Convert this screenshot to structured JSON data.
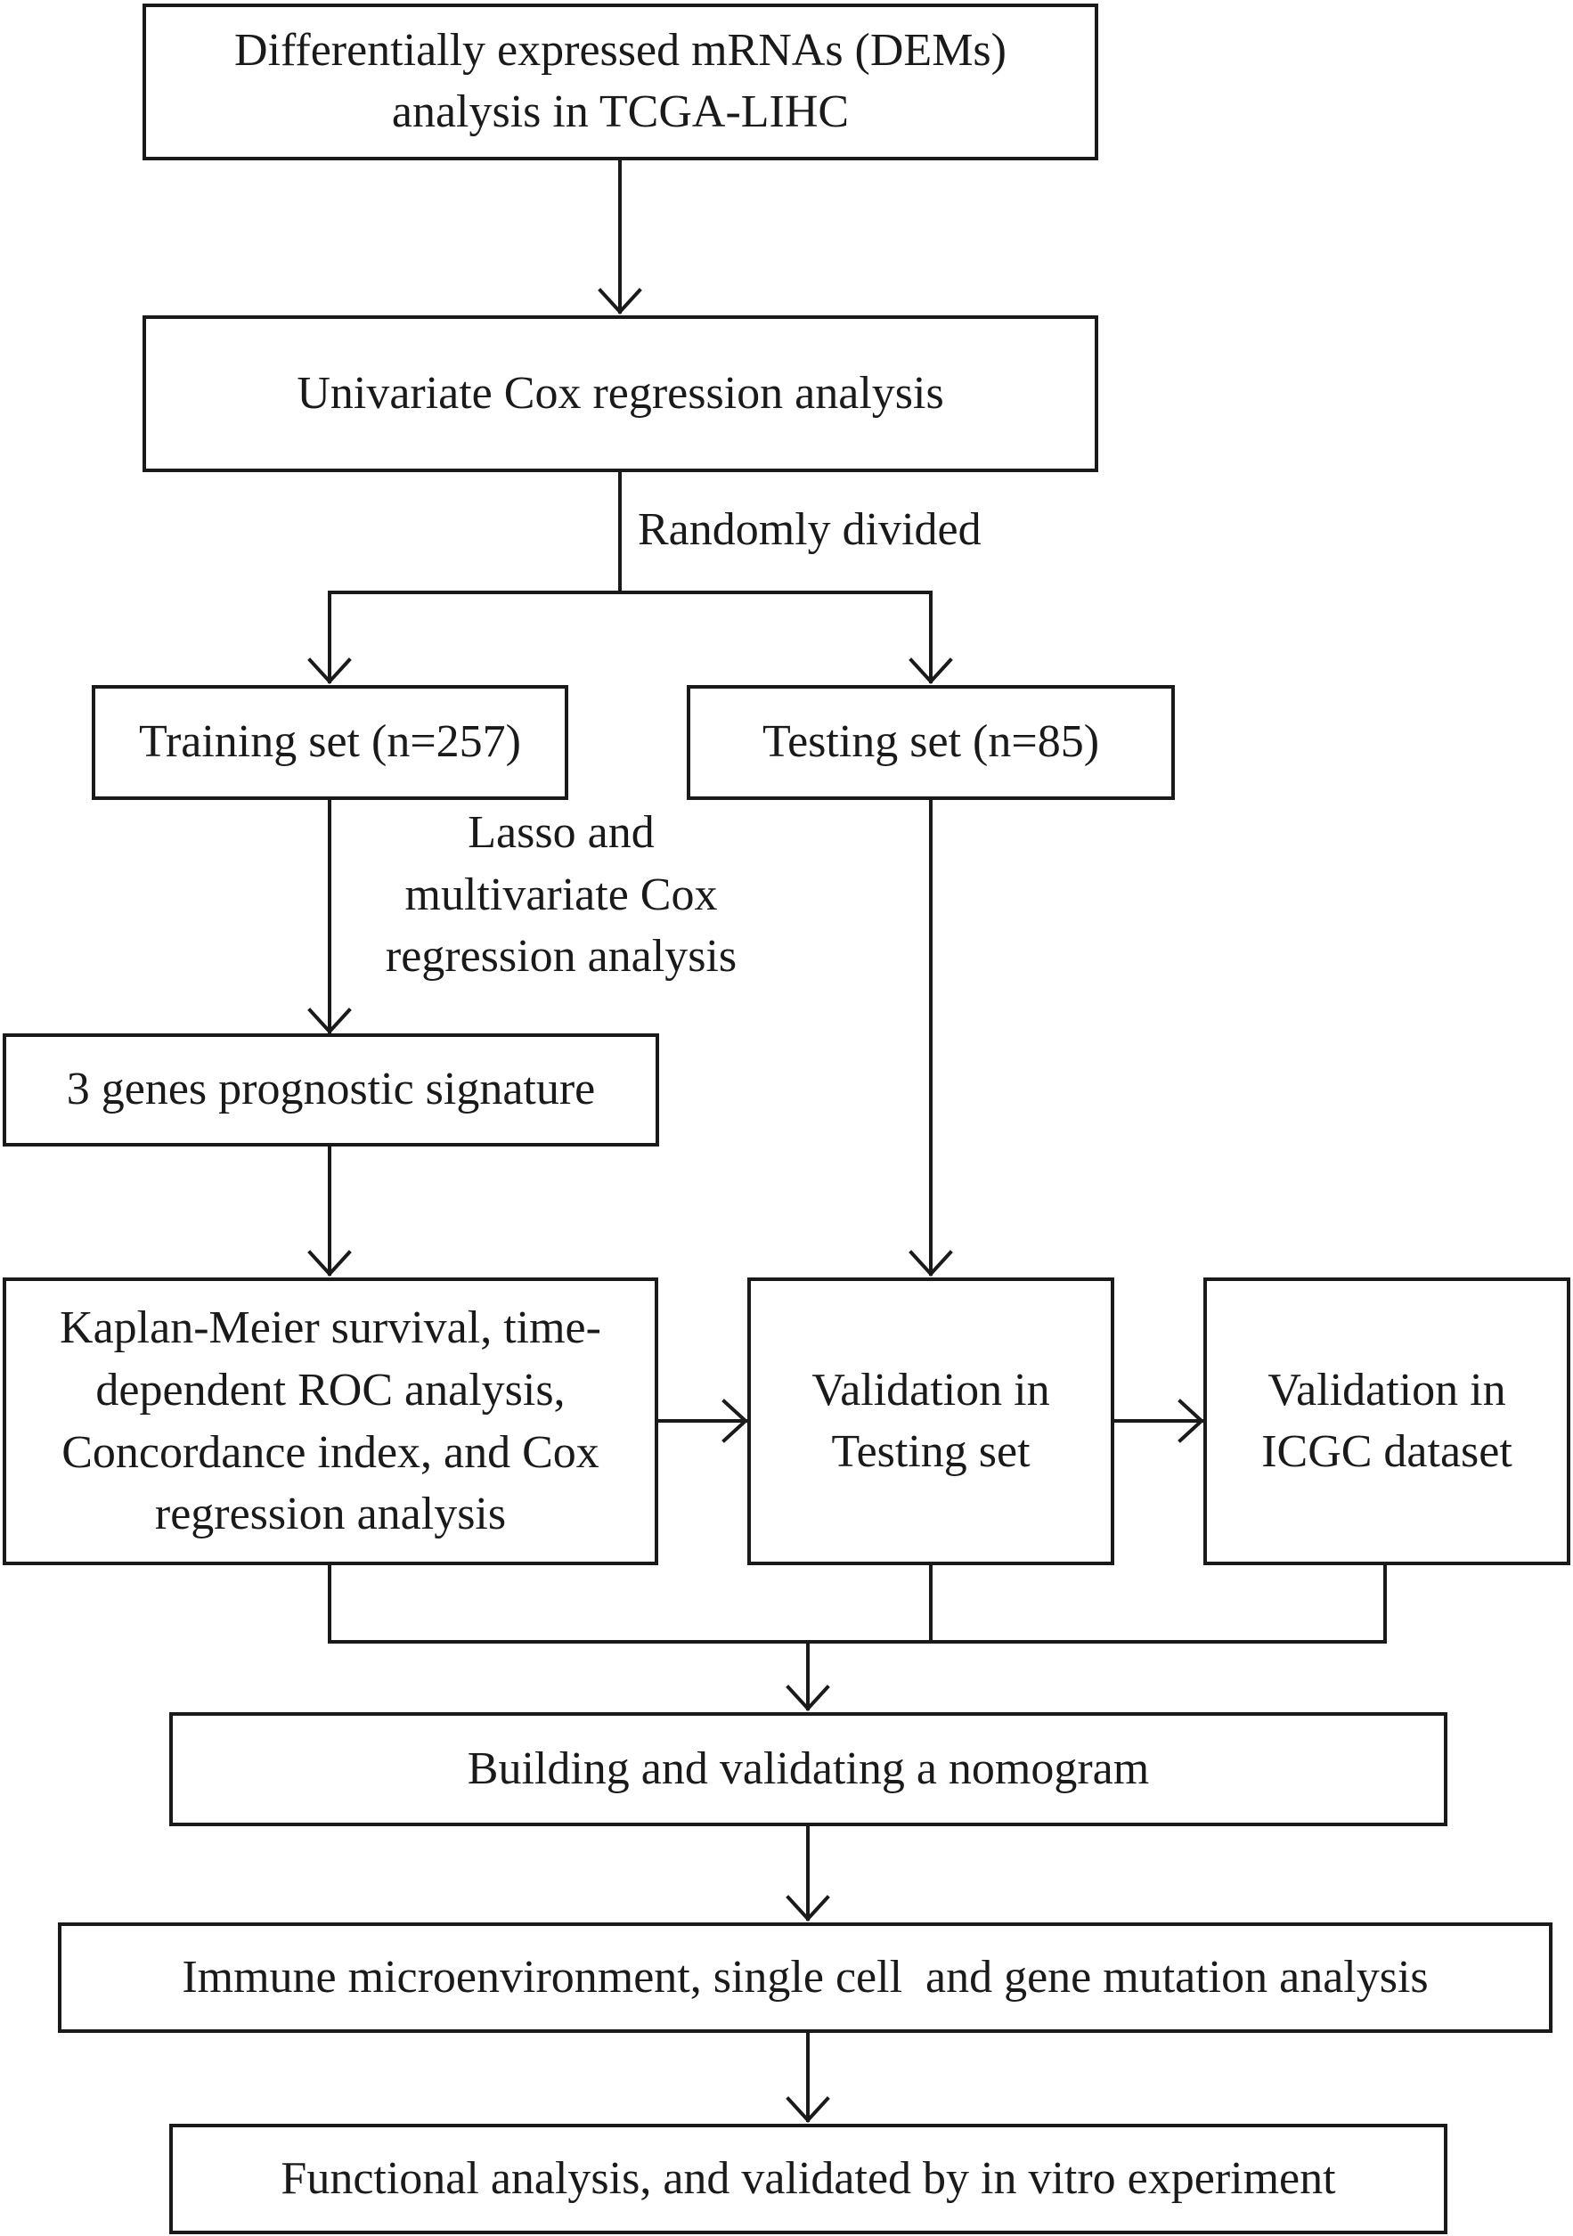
{
  "flowchart": {
    "dems": {
      "line1": "Differentially expressed mRNAs (DEMs)",
      "line2": "analysis in TCGA-LIHC"
    },
    "univariate": "Univariate Cox regression analysis",
    "randomly_divided": "Randomly divided",
    "training": "Training set (n=257)",
    "testing": "Testing set (n=85)",
    "lasso": {
      "line1": "Lasso and",
      "line2": "multivariate Cox",
      "line3": "regression analysis"
    },
    "signature": "3 genes prognostic signature",
    "km": {
      "line1": "Kaplan-Meier survival, time-",
      "line2": "dependent ROC analysis,",
      "line3": "Concordance index, and Cox",
      "line4": "regression analysis"
    },
    "validation_testing": {
      "line1": "Validation in",
      "line2": "Testing set"
    },
    "validation_icgc": {
      "line1": "Validation in",
      "line2": "ICGC dataset"
    },
    "nomogram": "Building and validating a nomogram",
    "immune": "Immune microenvironment, single cell  and gene mutation analysis",
    "functional": "Functional analysis, and validated by in vitro experiment"
  }
}
